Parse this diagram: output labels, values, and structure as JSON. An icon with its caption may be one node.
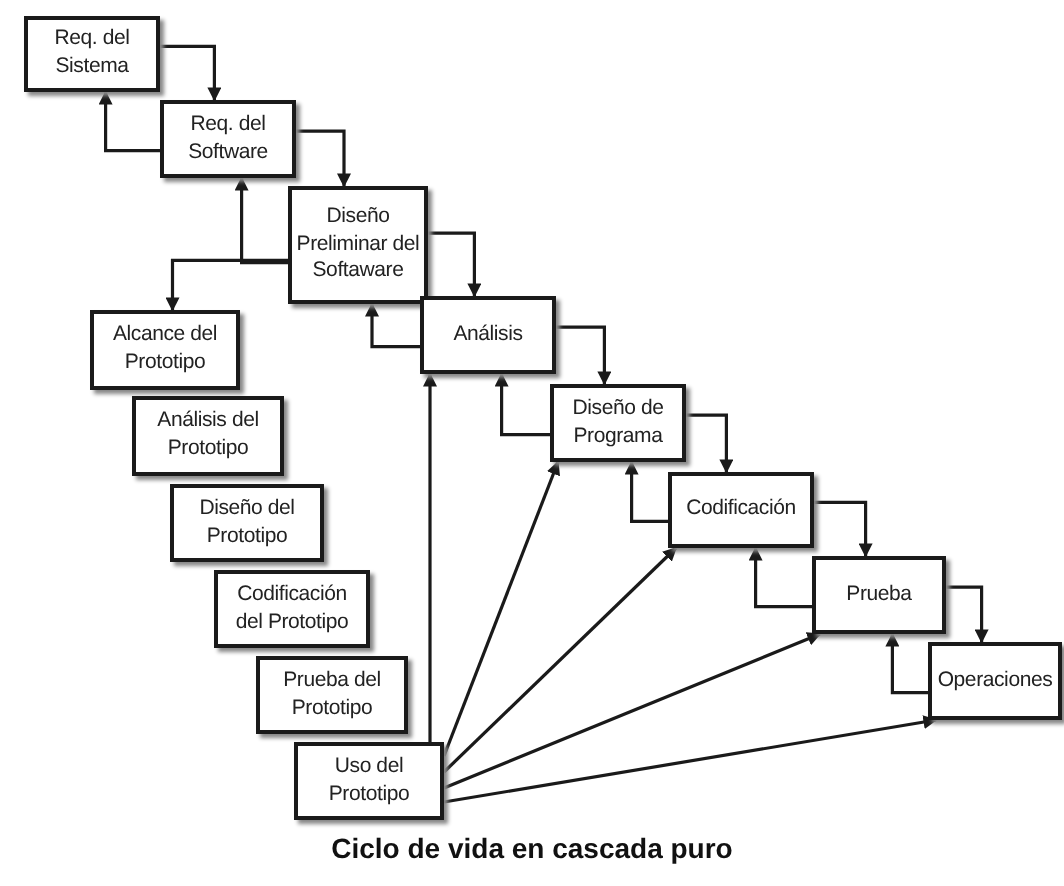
{
  "diagram": {
    "caption": "Ciclo de vida en cascada puro",
    "nodes": [
      {
        "text": [
          "Req. del Sistema"
        ]
      },
      {
        "text": [
          "Req. del Software"
        ]
      },
      {
        "text": [
          "Diseño Preliminar del Softaware"
        ]
      },
      {
        "text": [
          "Análisis"
        ]
      },
      {
        "text": [
          "Diseño de Programa"
        ]
      },
      {
        "text": [
          "Codificación"
        ]
      },
      {
        "text": [
          "Prueba"
        ]
      },
      {
        "text": [
          "Operaciones"
        ]
      },
      {
        "text": [
          "Alcance del Prototipo"
        ]
      },
      {
        "text": [
          "Análisis del Prototipo"
        ]
      },
      {
        "text": [
          "Diseño del Prototipo"
        ]
      },
      {
        "text": [
          "Codificación del Prototipo"
        ]
      },
      {
        "text": [
          "Prueba del Prototipo"
        ]
      },
      {
        "text": [
          "Uso del Prototipo"
        ]
      }
    ],
    "edges": [
      {
        "from": 0,
        "to": 1,
        "arrow": "to"
      },
      {
        "from": 1,
        "to": 0,
        "arrow": "to"
      },
      {
        "from": 1,
        "to": 2,
        "arrow": "to"
      },
      {
        "from": 2,
        "to": 1,
        "arrow": "to"
      },
      {
        "from": 2,
        "to": 3,
        "arrow": "to"
      },
      {
        "from": 3,
        "to": 2,
        "arrow": "to"
      },
      {
        "from": 3,
        "to": 4,
        "arrow": "to"
      },
      {
        "from": 4,
        "to": 3,
        "arrow": "to"
      },
      {
        "from": 4,
        "to": 5,
        "arrow": "to"
      },
      {
        "from": 5,
        "to": 4,
        "arrow": "to"
      },
      {
        "from": 5,
        "to": 6,
        "arrow": "to"
      },
      {
        "from": 6,
        "to": 5,
        "arrow": "to"
      },
      {
        "from": 6,
        "to": 7,
        "arrow": "to"
      },
      {
        "from": 7,
        "to": 6,
        "arrow": "to"
      },
      {
        "from": 2,
        "to": 8,
        "arrow": "to"
      },
      {
        "from": 13,
        "to": 3,
        "arrow": "to"
      },
      {
        "from": 13,
        "to": 4,
        "arrow": "to"
      },
      {
        "from": 13,
        "to": 5,
        "arrow": "to"
      },
      {
        "from": 13,
        "to": 6,
        "arrow": "to"
      },
      {
        "from": 13,
        "to": 7,
        "arrow": "to"
      }
    ]
  }
}
